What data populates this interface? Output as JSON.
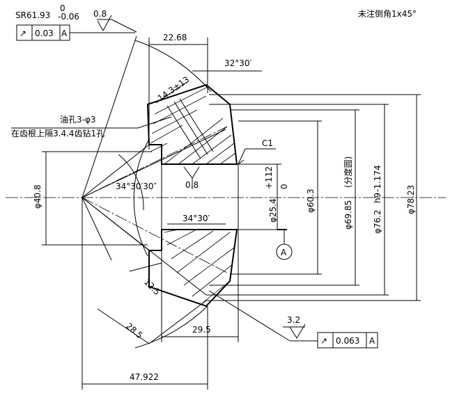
{
  "title_note": "未注倒角1x45°",
  "radius_tolerance": {
    "label": "SR61.93",
    "upper": "0",
    "lower": "-0.06"
  },
  "surface_finish": {
    "top": "0.8",
    "bore": "0.8",
    "bottom": "3.2"
  },
  "runout_frame_top": {
    "symbol": "↗",
    "value": "0.03",
    "datum": "A"
  },
  "runout_frame_bottom": {
    "symbol": "↗",
    "value": "0.063",
    "datum": "A"
  },
  "dimensions": {
    "d22_68": "22.68",
    "d32_30": "32°30′",
    "d14_3": "14.3±13",
    "oil_hole": "油孔3-φ3",
    "oil_hole_note": "在齿根上隔3.4.4齿钻1孔",
    "c1": "C1",
    "angle_34_30_30": "34°30′30″",
    "angle_34_30": "34°30′",
    "d40_8": "φ40.8",
    "bore_dia": "φ25.4",
    "bore_tol_upper": "+112",
    "bore_tol_lower": "0",
    "d60_3": "φ60.3",
    "d69_85": "φ69.85",
    "d69_85_note": "(分度圆)",
    "d76_2": "φ76.2",
    "d76_2_fit": "h9",
    "d76_2_tol": "-1.174",
    "d78_23": "φ78.23",
    "d12_5": "12.5",
    "d28_5": "28.5",
    "d29_5": "29.5",
    "d47_922": "47.922",
    "datum_a": "A"
  }
}
